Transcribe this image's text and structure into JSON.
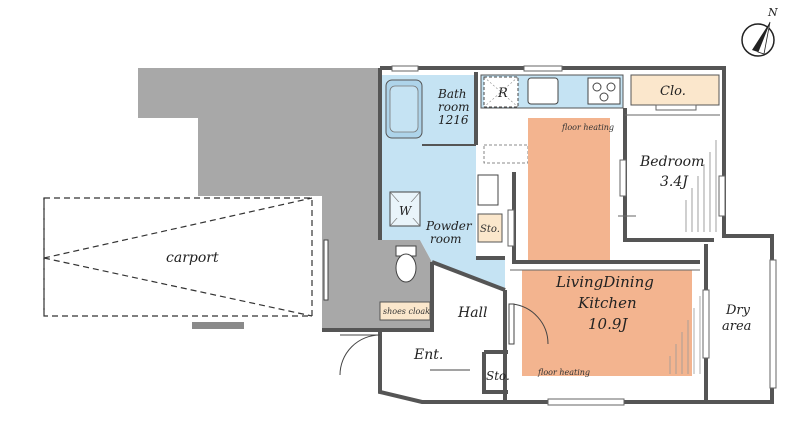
{
  "labels": {
    "bath_line1": "Bath",
    "bath_line2": "room",
    "bath_line3": "1216",
    "refrigerator": "R",
    "closet": "Clo.",
    "bedroom_line1": "Bedroom",
    "bedroom_line2": "3.4J",
    "floor_heating_top": "floor heating",
    "washer": "W",
    "powder_line1": "Powder",
    "powder_line2": "room",
    "storage_upper": "Sto.",
    "carport": "carport",
    "ldk_line1": "LivingDining",
    "ldk_line2": "Kitchen",
    "ldk_line3": "10.9J",
    "dry_line1": "Dry",
    "dry_line2": "area",
    "shoes_cloak": "shoes cloak",
    "hall": "Hall",
    "entrance": "Ent.",
    "storage_lower": "Sto.",
    "floor_heating_bottom": "floor heating",
    "compass": "N"
  },
  "colors": {
    "gray_area": "#a8a8a8",
    "wet_area": "#c5e3f3",
    "floor_heating": "#f3b48f",
    "closet": "#fbe7cc",
    "wall": "#555555"
  }
}
